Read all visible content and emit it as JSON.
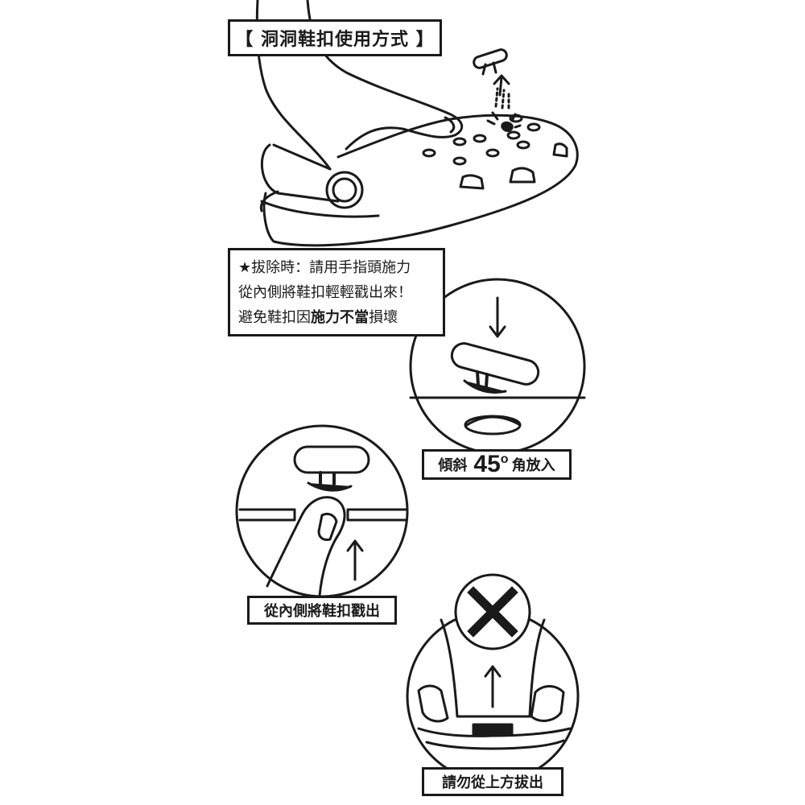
{
  "title": "【 洞洞鞋扣使用方式 】",
  "note": {
    "line1": "★拔除時：請用手指頭施力",
    "line2": "從內側將鞋扣輕輕戳出來！",
    "line3_pre": "避免鞋扣因",
    "line3_bold": "施力不當",
    "line3_post": "損壞"
  },
  "step_insert": {
    "pre": "傾斜",
    "angle": "45",
    "deg": "o",
    "post": "角放入"
  },
  "step_push": {
    "label": "從內側將鞋扣戳出"
  },
  "step_wrong": {
    "label": "請勿從上方拔出"
  },
  "icons": [
    "clog-icon",
    "hand-icon",
    "charm-icon",
    "arrow-down-icon",
    "arrow-up-icon",
    "cross-icon"
  ],
  "colors": {
    "ink": "#1a1a1a",
    "paper": "#ffffff"
  }
}
